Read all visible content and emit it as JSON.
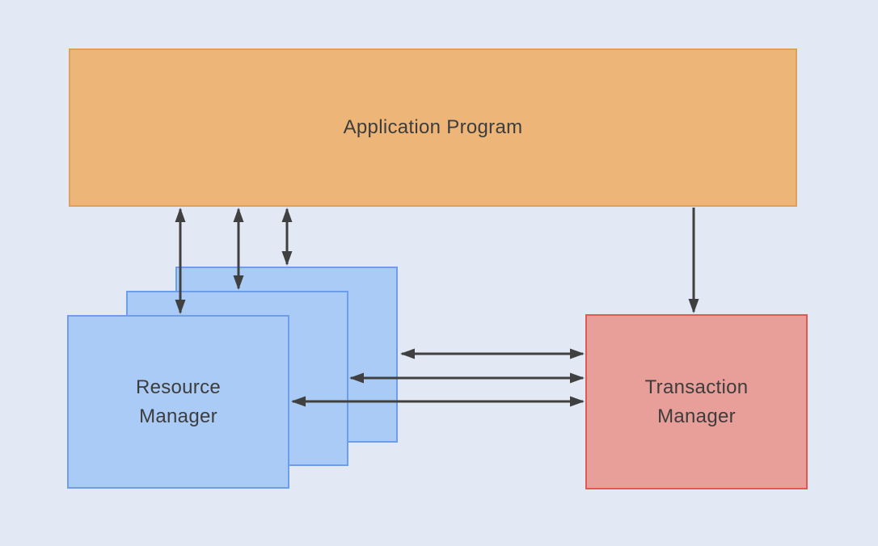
{
  "colors": {
    "background": "#E3E9F4",
    "application_fill": "#EDB678",
    "application_border": "#DFA05C",
    "resource_fill": "#A9CBF5",
    "resource_border": "#6D9EEB",
    "transaction_fill": "#E89E99",
    "transaction_border": "#DD5B52",
    "arrow": "#404040",
    "text": "#3D3D3D"
  },
  "diagram": {
    "nodes": {
      "application_program": {
        "label": "Application Program"
      },
      "resource_manager": {
        "line1": "Resource",
        "line2": "Manager",
        "stack_count": 3
      },
      "transaction_manager": {
        "line1": "Transaction",
        "line2": "Manager"
      }
    },
    "edges": [
      {
        "from": "Application Program",
        "to": "Resource Manager",
        "arrows": "both-ends",
        "count": 3
      },
      {
        "from": "Application Program",
        "to": "Transaction Manager",
        "arrows": "single-end",
        "count": 1
      },
      {
        "from": "Resource Manager",
        "to": "Transaction Manager",
        "arrows": "both-ends",
        "count": 3
      }
    ]
  }
}
